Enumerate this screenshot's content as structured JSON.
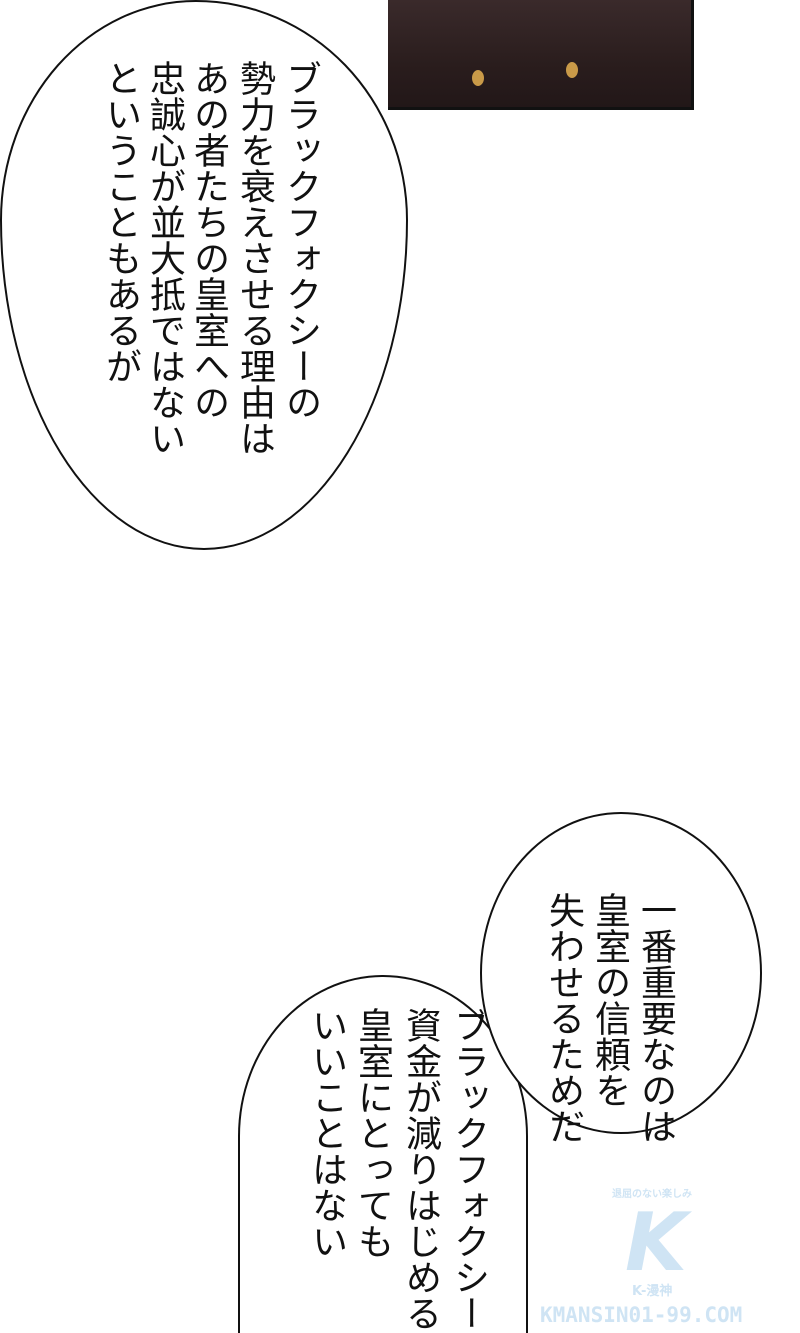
{
  "bubbles": [
    {
      "lines": [
        "ブラックフォクシーの",
        "勢力を衰えさせる理由は",
        "あの者たちの皇室への",
        "忠誠心が並大抵ではない",
        "ということもあるが"
      ]
    },
    {
      "lines": [
        "一番重要なのは",
        "皇室の信頼を",
        "失わせるためだ"
      ]
    },
    {
      "lines": [
        "ブラックフォクシー",
        "資金が減りはじめる",
        "皇室にとっても",
        "いいことはない"
      ]
    }
  ],
  "watermark": {
    "tagline": "退屈のない楽しみ",
    "logo": "K",
    "brand": "K-漫神",
    "site": "KMANSIN01-99.COM"
  },
  "colors": {
    "panel": "#2a1d1d",
    "watermark": "#cfe4f4"
  }
}
